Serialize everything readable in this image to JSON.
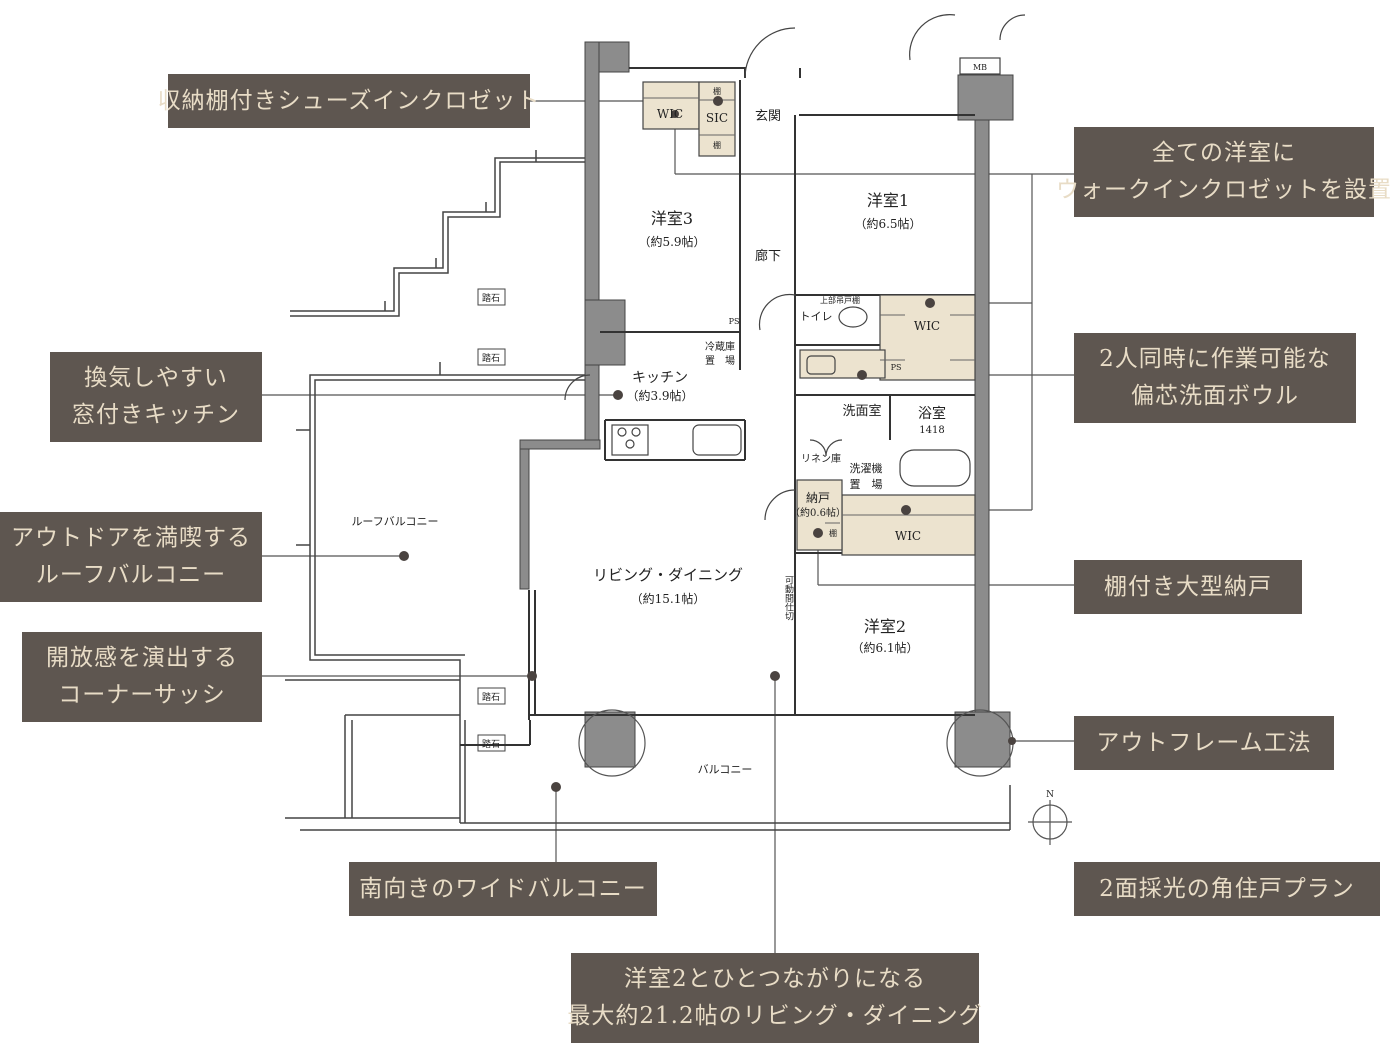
{
  "callouts": {
    "shoes_closet": "収納棚付きシューズインクロゼット",
    "wic_all_1": "全ての洋室に",
    "wic_all_2": "ウォークインクロゼットを設置",
    "kitchen_1": "換気しやすい",
    "kitchen_2": "窓付きキッチン",
    "bowl_1": "2人同時に作業可能な",
    "bowl_2": "偏芯洗面ボウル",
    "roof_1": "アウトドアを満喫する",
    "roof_2": "ルーフバルコニー",
    "storage": "棚付き大型納戸",
    "sash_1": "開放感を演出する",
    "sash_2": "コーナーサッシ",
    "outframe": "アウトフレーム工法",
    "south_balcony": "南向きのワイドバルコニー",
    "corner_plan": "2面採光の角住戸プラン",
    "ld_1": "洋室2とひとつながりになる",
    "ld_2": "最大約21.2帖のリビング・ダイニング"
  },
  "rooms": {
    "western3": "洋室3",
    "western3_size": "（約5.9帖）",
    "western1": "洋室1",
    "western1_size": "（約6.5帖）",
    "western2": "洋室2",
    "western2_size": "（約6.1帖）",
    "kitchen": "キッチン",
    "kitchen_size": "（約3.9帖）",
    "living": "リビング・ダイニング",
    "living_size": "（約15.1帖）",
    "storage": "納戸",
    "storage_size": "（約0.6帖）",
    "entrance": "玄関",
    "corridor": "廊下",
    "toilet": "トイレ",
    "upper_shelf": "上部吊戸棚",
    "washroom": "洗面室",
    "bath": "浴室",
    "bath_size": "1418",
    "linen": "リネン庫",
    "laundry_1": "洗濯機",
    "laundry_2": "置　場",
    "fridge_1": "冷蔵庫",
    "fridge_2": "置　場",
    "wic": "WIC",
    "sic": "SIC",
    "shelf": "棚",
    "ps": "PS",
    "mb": "MB",
    "roof_balcony": "ルーフバルコニー",
    "balcony": "バルコニー",
    "stepping_stone": "踏石",
    "movable_partition": "可動間仕切",
    "north": "N"
  },
  "colors": {
    "callout_bg": "#5e5650",
    "callout_text": "#e8dcc6",
    "closet_fill": "#ece3cf",
    "wall_fill": "#8c8c8c",
    "line": "#555555"
  }
}
